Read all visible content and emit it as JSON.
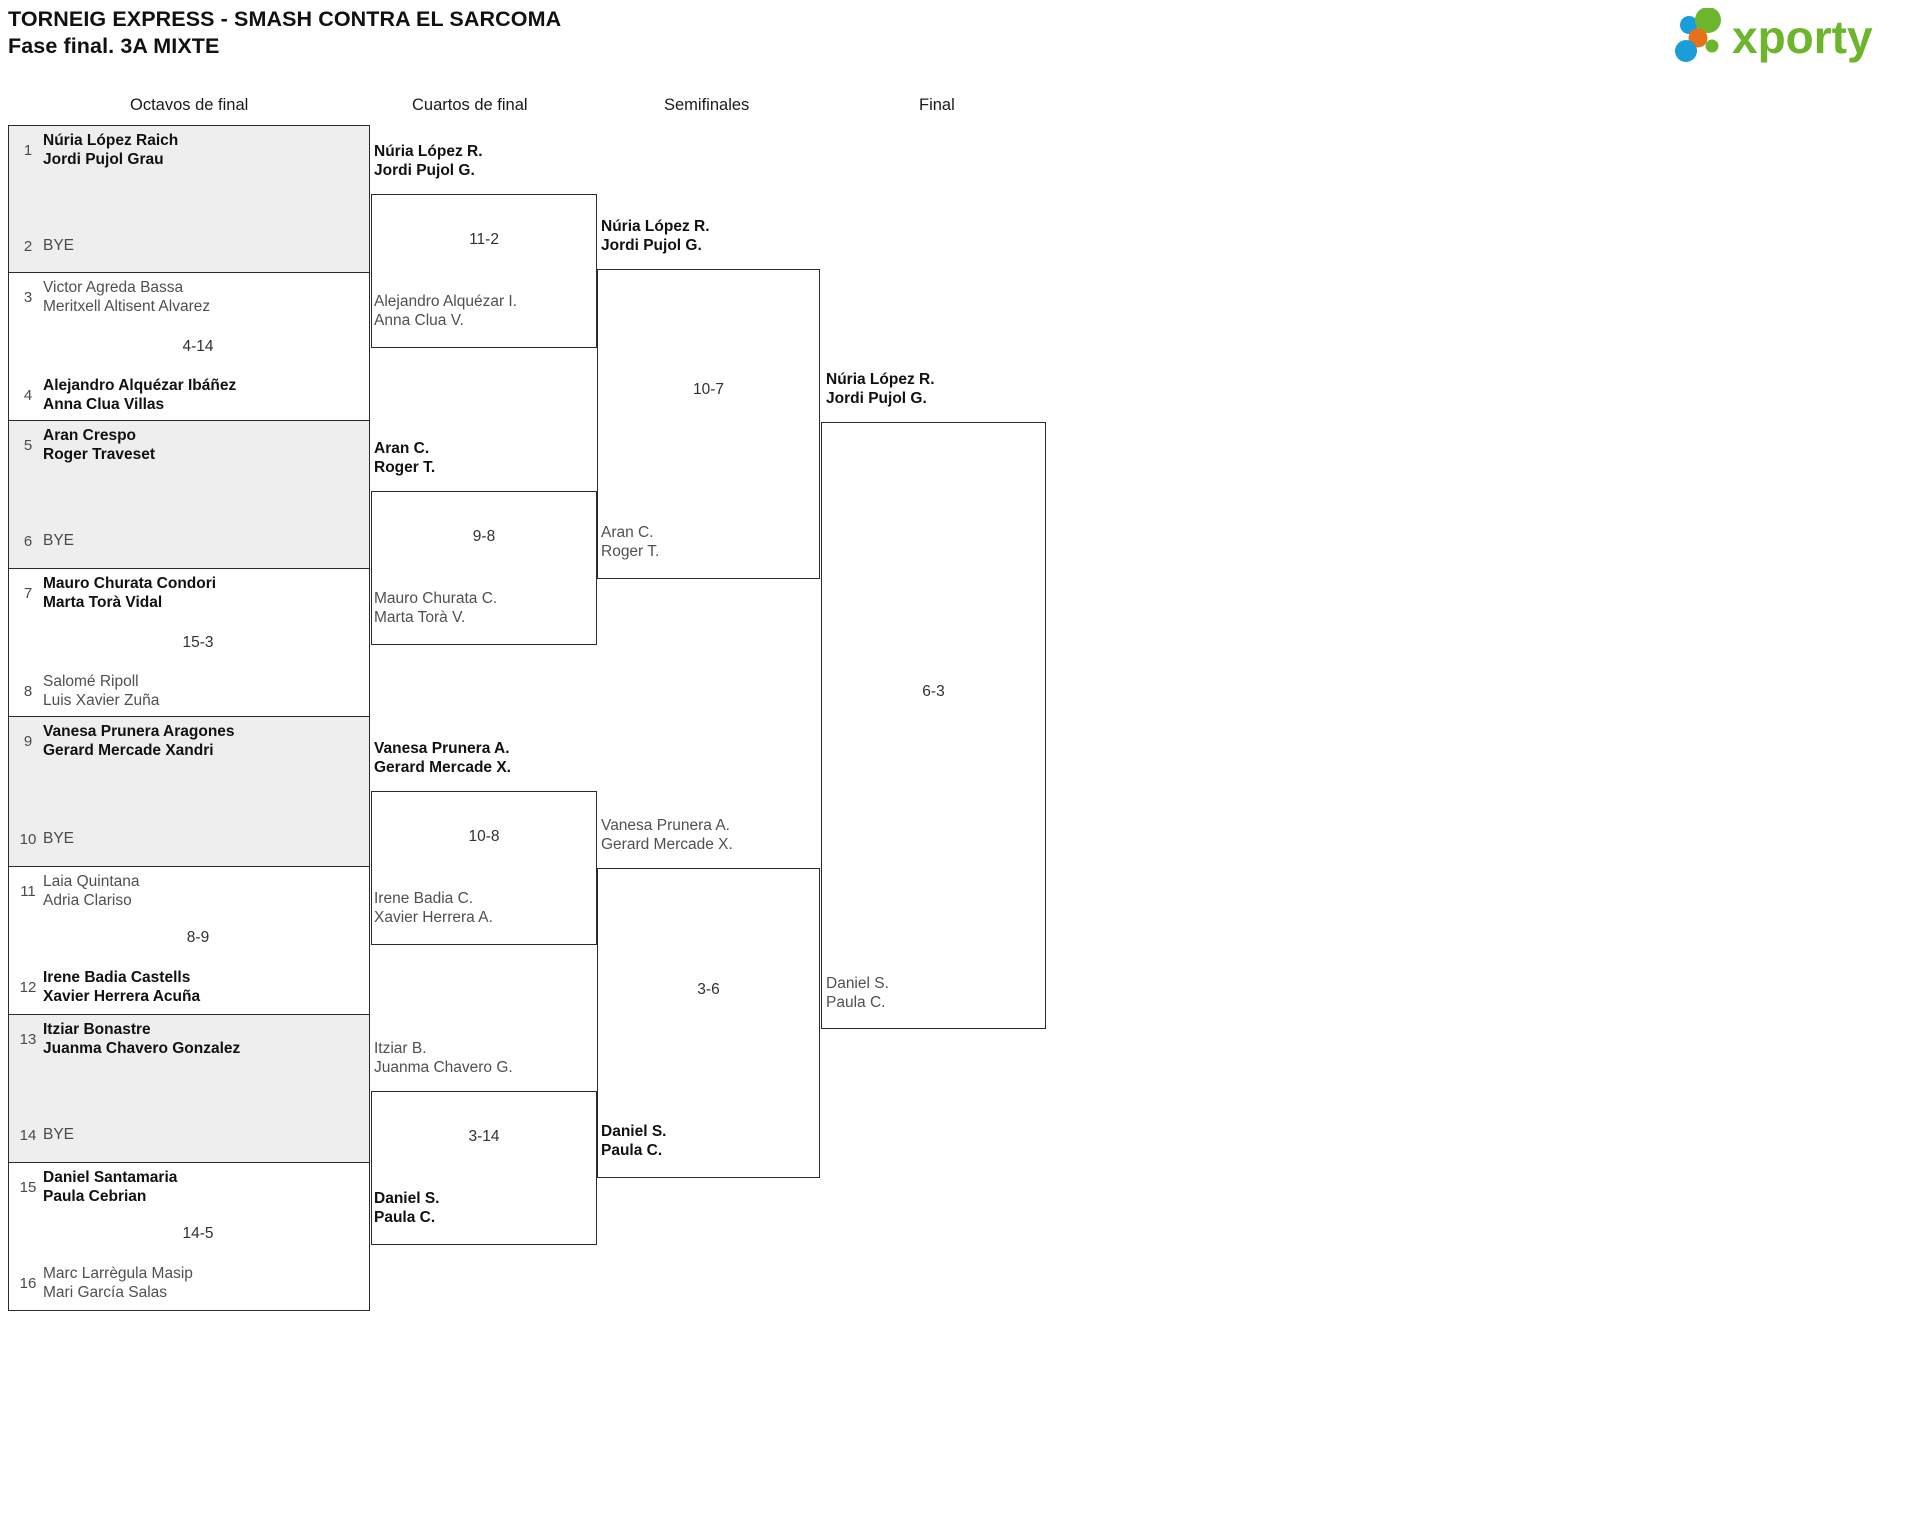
{
  "header": {
    "title_line1": "TORNEIG EXPRESS - SMASH CONTRA EL SARCOMA",
    "title_line2": "Fase final. 3A MIXTE",
    "logo_text": "xporty",
    "logo_colors": {
      "blue": "#1B9DD9",
      "orange": "#E8701A",
      "green": "#6CB52D"
    }
  },
  "rounds": [
    {
      "key": "r16",
      "label": "Octavos de final"
    },
    {
      "key": "qf",
      "label": "Cuartos de final"
    },
    {
      "key": "sf",
      "label": "Semifinales"
    },
    {
      "key": "f",
      "label": "Final"
    }
  ],
  "labels": {
    "bye": "BYE"
  },
  "colors": {
    "shade": "#eeeeee",
    "line": "#2b2b2b",
    "win": "#111111",
    "lose": "#505050"
  },
  "r16": [
    {
      "seed": "1",
      "p1": "Núria López Raich",
      "p2": "Jordi Pujol Grau",
      "result": "win",
      "bye": false
    },
    {
      "seed": "2",
      "p1": "BYE",
      "p2": "",
      "result": "bye",
      "bye": true
    },
    {
      "seed": "3",
      "p1": "Victor Agreda Bassa",
      "p2": "Meritxell Altisent Alvarez",
      "result": "lose",
      "bye": false
    },
    {
      "seed": "4",
      "p1": "Alejandro Alquézar Ibáñez",
      "p2": "Anna Clua Villas",
      "result": "win",
      "bye": false
    },
    {
      "seed": "5",
      "p1": "Aran Crespo",
      "p2": "Roger Traveset",
      "result": "win",
      "bye": false
    },
    {
      "seed": "6",
      "p1": "BYE",
      "p2": "",
      "result": "bye",
      "bye": true
    },
    {
      "seed": "7",
      "p1": "Mauro Churata Condori",
      "p2": "Marta Torà Vidal",
      "result": "win",
      "bye": false
    },
    {
      "seed": "8",
      "p1": "Salomé Ripoll",
      "p2": "Luis Xavier Zuña",
      "result": "lose",
      "bye": false
    },
    {
      "seed": "9",
      "p1": "Vanesa Prunera Aragones",
      "p2": "Gerard Mercade Xandri",
      "result": "win",
      "bye": false
    },
    {
      "seed": "10",
      "p1": "BYE",
      "p2": "",
      "result": "bye",
      "bye": true
    },
    {
      "seed": "11",
      "p1": "Laia Quintana",
      "p2": "Adria Clariso",
      "result": "lose",
      "bye": false
    },
    {
      "seed": "12",
      "p1": "Irene Badia Castells",
      "p2": "Xavier Herrera Acuña",
      "result": "win",
      "bye": false
    },
    {
      "seed": "13",
      "p1": "Itziar Bonastre",
      "p2": "Juanma Chavero Gonzalez",
      "result": "win",
      "bye": false
    },
    {
      "seed": "14",
      "p1": "BYE",
      "p2": "",
      "result": "bye",
      "bye": true
    },
    {
      "seed": "15",
      "p1": "Daniel Santamaria",
      "p2": "Paula Cebrian",
      "result": "win",
      "bye": false
    },
    {
      "seed": "16",
      "p1": "Marc Larrègula Masip",
      "p2": "Mari García Salas",
      "result": "lose",
      "bye": false
    }
  ],
  "r16_scores": [
    "",
    "4-14",
    "",
    "15-3",
    "",
    "8-9",
    "",
    "14-5"
  ],
  "qf": [
    {
      "top_p1": "Núria López R.",
      "top_p2": "Jordi Pujol G.",
      "top_result": "win",
      "bot_p1": "Alejandro Alquézar I.",
      "bot_p2": "Anna Clua V.",
      "bot_result": "lose",
      "score": "11-2"
    },
    {
      "top_p1": "Aran C.",
      "top_p2": "Roger T.",
      "top_result": "win",
      "bot_p1": "Mauro Churata C.",
      "bot_p2": "Marta Torà V.",
      "bot_result": "lose",
      "score": "9-8"
    },
    {
      "top_p1": "Vanesa Prunera A.",
      "top_p2": "Gerard Mercade X.",
      "top_result": "win",
      "bot_p1": "Irene Badia C.",
      "bot_p2": "Xavier Herrera A.",
      "bot_result": "lose",
      "score": "10-8"
    },
    {
      "top_p1": "Itziar B.",
      "top_p2": "Juanma Chavero G.",
      "top_result": "lose",
      "bot_p1": "Daniel S.",
      "bot_p2": "Paula C.",
      "bot_result": "win",
      "score": "3-14"
    }
  ],
  "sf": [
    {
      "top_p1": "Núria López R.",
      "top_p2": "Jordi Pujol G.",
      "top_result": "win",
      "bot_p1": "Aran C.",
      "bot_p2": "Roger T.",
      "bot_result": "lose",
      "score": "10-7"
    },
    {
      "top_p1": "Vanesa Prunera A.",
      "top_p2": "Gerard Mercade X.",
      "top_result": "lose",
      "bot_p1": "Daniel S.",
      "bot_p2": "Paula C.",
      "bot_result": "win",
      "score": "3-6"
    }
  ],
  "final": {
    "top_p1": "Núria López R.",
    "top_p2": "Jordi Pujol G.",
    "top_result": "win",
    "bot_p1": "Daniel S.",
    "bot_p2": "Paula C.",
    "bot_result": "lose",
    "score": "6-3"
  }
}
